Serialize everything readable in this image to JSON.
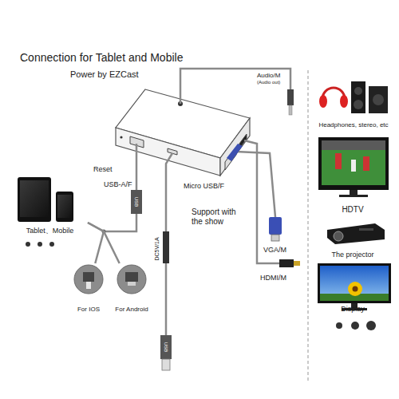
{
  "diagram": {
    "title": "Connection for Tablet and Mobile",
    "nodes": [
      {
        "text": [
          "Tablet、Mobile"
        ]
      },
      {
        "text": [
          "For IOS"
        ]
      },
      {
        "text": [
          "For Android"
        ]
      },
      {
        "text": [
          "Headphones, stereo, etc"
        ]
      },
      {
        "text": [
          "HDTV"
        ]
      },
      {
        "text": [
          "The projector"
        ]
      },
      {
        "text": [
          "Display"
        ]
      }
    ],
    "edges": [
      {
        "from": 0,
        "to": 1,
        "arrow": "none"
      },
      {
        "from": 0,
        "to": 2,
        "arrow": "none"
      }
    ],
    "labels": [
      "Power by EZCast",
      "Audio/M",
      "(Audio out)",
      "Reset",
      "USB-A/F",
      "Micro USB/F",
      "Support with the show",
      "VGA/M",
      "HDMI/M",
      "USB",
      "DC5V/1A",
      "USB"
    ]
  }
}
